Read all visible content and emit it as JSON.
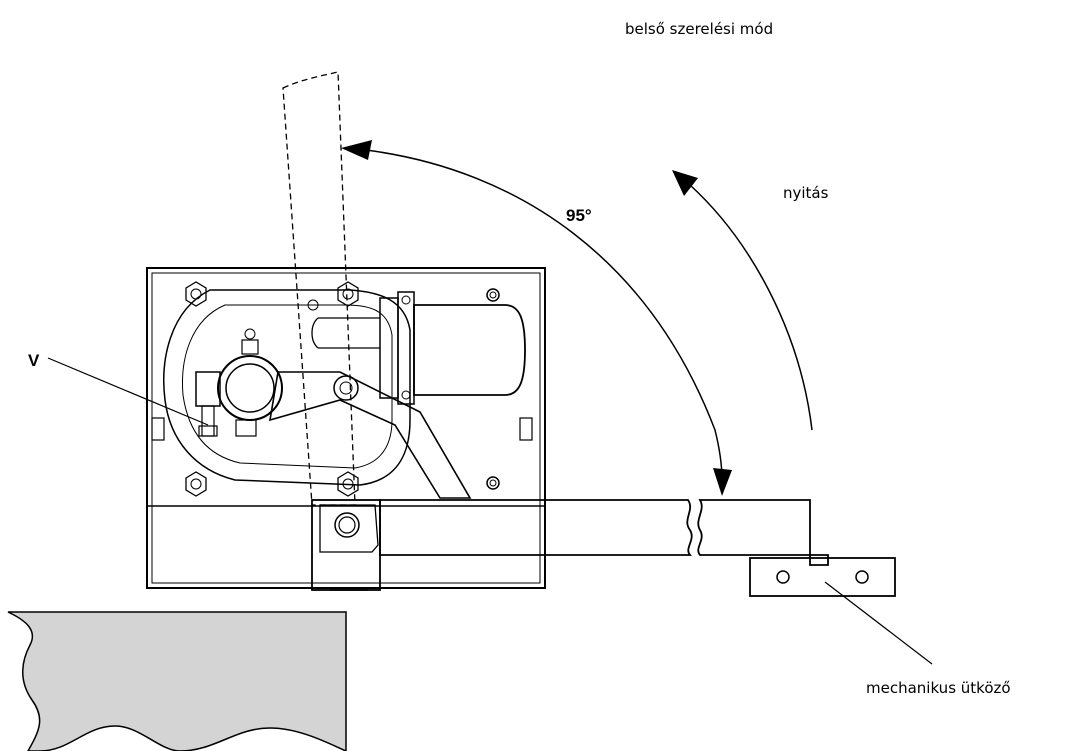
{
  "diagram": {
    "title": "belső szerelési mód",
    "labels": {
      "opening": "nyitás",
      "angle": "95°",
      "valve": "V",
      "stop": "mechanikus ütköző"
    },
    "colors": {
      "line": "#000000",
      "ground_fill": "#d4d4d4",
      "background": "#ffffff"
    }
  }
}
